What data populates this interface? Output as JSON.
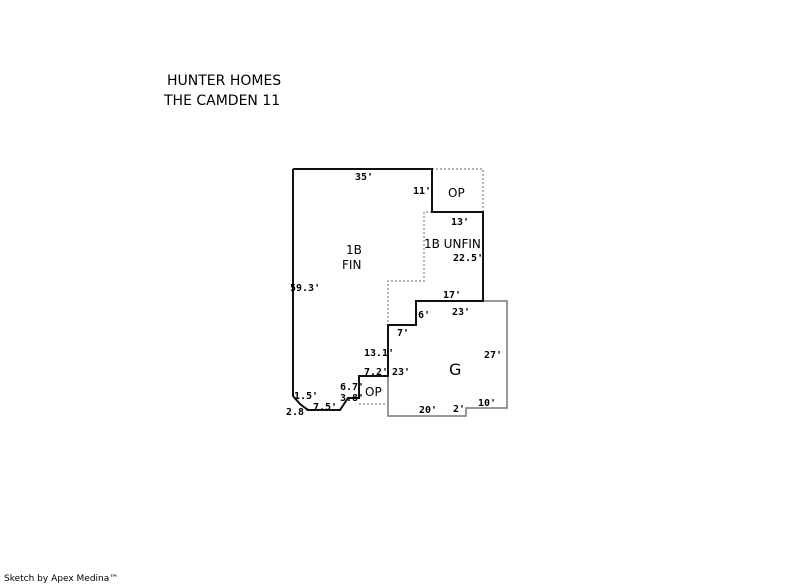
{
  "header": {
    "line1": "HUNTER HOMES",
    "line2": "THE CAMDEN 11"
  },
  "areas": {
    "fin": {
      "line1": "1B",
      "line2": "FIN"
    },
    "unfin": "1B UNFIN",
    "op_top": "OP",
    "op_bottom": "OP",
    "garage": "G"
  },
  "dimensions": {
    "d35": "35'",
    "d11": "11'",
    "d13": "13'",
    "d22_5": "22.5'",
    "d59_3": "59.3'",
    "d17": "17'",
    "d23a": "23'",
    "d6": "6'",
    "d7": "7'",
    "d13_1": "13.1'",
    "d7_2": "7.2'",
    "d23b": "23'",
    "d27": "27'",
    "d6_7": "6.7'",
    "d3_8": "3.8'",
    "d1_5": "1.5'",
    "d2_8": "2.8'",
    "d7_5": "7.5'",
    "d20": "20'",
    "d2": "2'",
    "d10": "10'"
  },
  "footer": "Sketch by Apex Medina™"
}
